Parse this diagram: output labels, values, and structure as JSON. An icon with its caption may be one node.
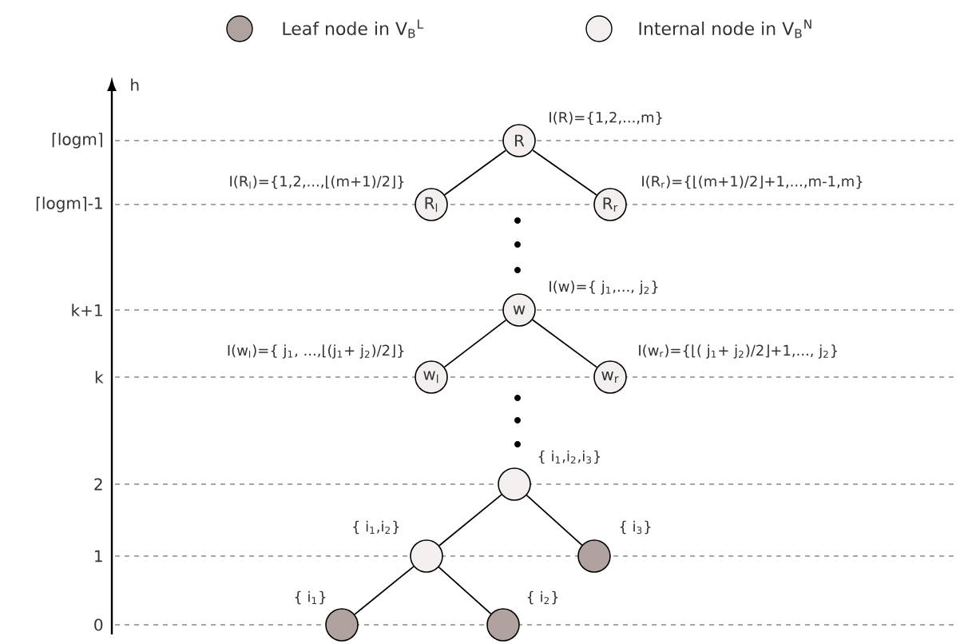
{
  "diagram": {
    "nodes": [
      {
        "text": [
          "R"
        ],
        "beside": [
          "I(R)={1,2,...,m}"
        ]
      },
      {
        "text": [
          "R$_{l}$"
        ],
        "beside": [
          "I(R$_{l}$)={1,2,...,⌊(m+1)/2⌋}"
        ]
      },
      {
        "text": [
          "R$_{r}$"
        ],
        "beside": [
          "I(R$_{r}$)={⌊(m+1)/2⌋+1,...,m-1,m}"
        ]
      },
      {
        "text": [
          "w"
        ],
        "beside": [
          "I(w)={ j$_{1}$,..., j$_{2}$}"
        ]
      },
      {
        "text": [
          "w$_{l}$"
        ],
        "beside": [
          "I(w$_{l}$)={ j$_{1}$, ...,⌊(j$_{1}$+ j$_{2}$)/2⌋}"
        ]
      },
      {
        "text": [
          "w$_{r}$"
        ],
        "beside": [
          "I(w$_{r}$)={⌊( j$_{1}$+ j$_{2}$)/2⌋+1,..., j$_{2}$}"
        ]
      },
      {
        "text": [],
        "shape": "circle",
        "beside": [
          "{ i$_{1}$,i$_{2}$,i$_{3}$}"
        ]
      },
      {
        "text": [],
        "shape": "circle",
        "beside": [
          "{ i$_{1}$,i$_{2}$}"
        ]
      },
      {
        "text": [],
        "shape": "circle",
        "beside": [
          "{ i$_{3}$}"
        ]
      },
      {
        "text": [],
        "shape": "circle",
        "beside": [
          "{ i$_{1}$}"
        ]
      },
      {
        "text": [],
        "shape": "circle",
        "beside": [
          "{ i$_{2}$}"
        ]
      }
    ],
    "edges": [
      {
        "from": 0,
        "to": 1,
        "arrow": "none"
      },
      {
        "from": 0,
        "to": 2,
        "arrow": "none"
      },
      {
        "from": 3,
        "to": 4,
        "arrow": "none"
      },
      {
        "from": 3,
        "to": 5,
        "arrow": "none"
      },
      {
        "from": 6,
        "to": 7,
        "arrow": "none"
      },
      {
        "from": 6,
        "to": 8,
        "arrow": "none"
      },
      {
        "from": 7,
        "to": 9,
        "arrow": "none"
      },
      {
        "from": 7,
        "to": 10,
        "arrow": "none"
      }
    ],
    "labels": [
      "h",
      "⌈logm⌉",
      "⌈logm⌉-1",
      "k+1",
      "k",
      "2",
      "1",
      "0"
    ],
    "legend": [
      {
        "text": "Leaf node in V$_{B}$$^{L}$",
        "color": "#b0a39f"
      },
      {
        "text": "Internal node in V$_{B}$$^{N}$",
        "color": "#f2efee"
      }
    ]
  }
}
